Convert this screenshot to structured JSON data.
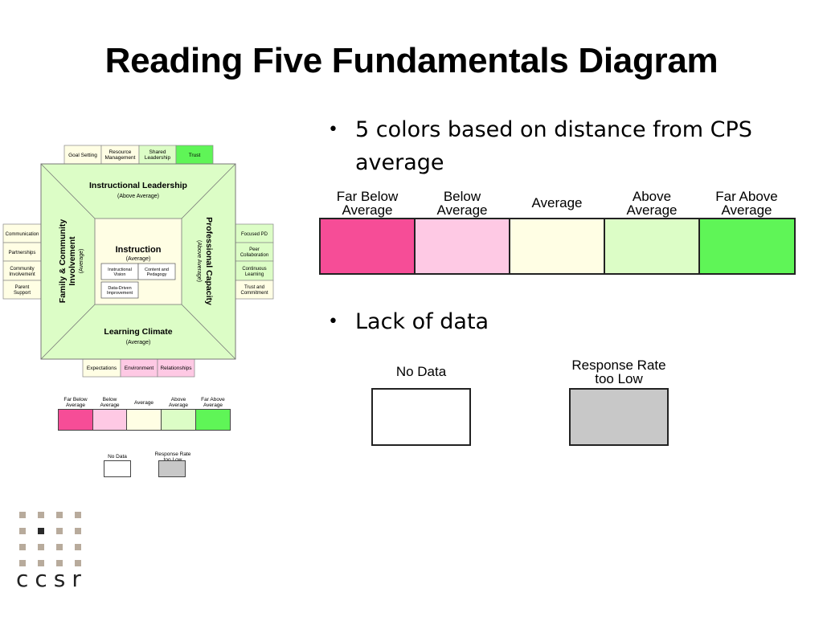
{
  "title": "Reading Five Fundamentals Diagram",
  "bullets": {
    "colors_line1": "5 colors based on distance from CPS",
    "colors_line2": "average",
    "lack": "Lack of data"
  },
  "legend": {
    "far_below": [
      "Far Below",
      "Average"
    ],
    "below": [
      "Below",
      "Average"
    ],
    "average": "Average",
    "above": [
      "Above",
      "Average"
    ],
    "far_above": [
      "Far Above",
      "Average"
    ]
  },
  "nodata": {
    "no_data": "No Data",
    "low_rate": [
      "Response Rate",
      "too Low"
    ]
  },
  "colors": {
    "far_below": "#f64d97",
    "below": "#fec9e4",
    "average": "#fffee4",
    "above": "#dcfdc6",
    "far_above": "#5ff557",
    "no_data": "#ffffff",
    "low_rate": "#c8c8c8",
    "diagram_fill": "#dcfdc6"
  },
  "diagram": {
    "top_tabs": [
      "Goal Setting",
      [
        "Resource",
        "Management"
      ],
      [
        "Shared",
        "Leadership"
      ],
      "Trust"
    ],
    "left_tabs": [
      "Communication",
      "Partnerships",
      [
        "Community",
        "Involvement"
      ],
      [
        "Parent",
        "Support"
      ]
    ],
    "right_tabs": [
      "Focused PD",
      [
        "Peer",
        "Collaboration"
      ],
      [
        "Continuous",
        "Learning"
      ],
      [
        "Trust and",
        "Commitment"
      ]
    ],
    "bottom_tabs": [
      "Expectations",
      "Environment",
      "Relationships"
    ],
    "top_panel": {
      "title": "Instructional Leadership",
      "rating": "(Above Average)"
    },
    "left_panel": {
      "title": [
        "Family & Community",
        "Involvement"
      ],
      "rating": "(Average)"
    },
    "right_panel": {
      "title": "Professional Capacity",
      "rating": "(Above Average)"
    },
    "bottom_panel": {
      "title": "Learning Climate",
      "rating": "(Average)"
    },
    "center": {
      "title": "Instruction",
      "rating": "(Average)",
      "boxes": [
        [
          "Instructional",
          "Vision"
        ],
        [
          "Content and",
          "Pedagogy"
        ],
        [
          "Data-Driven",
          "Improvement"
        ]
      ]
    }
  },
  "logo": {
    "text": "ccsr"
  }
}
